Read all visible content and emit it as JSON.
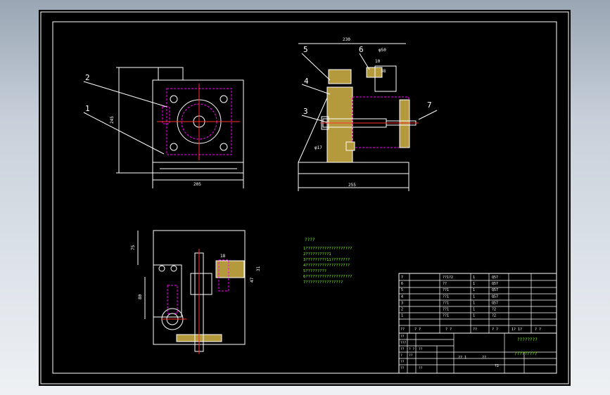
{
  "drawing": {
    "front_view": {
      "dim_width": "205",
      "dim_height": "245",
      "callouts": [
        "2",
        "1"
      ]
    },
    "side_view": {
      "dim_top": "230",
      "dim_bottom": "255",
      "dim_phi50": "φ50",
      "dim_10": "10",
      "dim_38": "38",
      "dim_phi17": "φ17",
      "callouts": [
        "5",
        "6",
        "4",
        "3",
        "7"
      ]
    },
    "top_view": {
      "dim_75": "75",
      "dim_80": "80",
      "dim_18": "18",
      "dim_31": "31",
      "dim_47": "47"
    },
    "notes": {
      "title": "????",
      "lines": [
        "1????????????????????",
        "2??????????1",
        "3?????????11????????",
        "4???????????????????",
        "5?????????",
        "6????????????????????",
        "7????????????????"
      ]
    },
    "bom": {
      "rows": [
        {
          "no": "7",
          "name": "??1?2",
          "qty": "1",
          "mat": "Q57"
        },
        {
          "no": "6",
          "name": "??",
          "qty": "1",
          "mat": "Q57"
        },
        {
          "no": "5",
          "name": "??1",
          "qty": "1",
          "mat": "Q57"
        },
        {
          "no": "4",
          "name": "??1",
          "qty": "1",
          "mat": "Q57"
        },
        {
          "no": "3",
          "name": "??1",
          "qty": "1",
          "mat": "Q57"
        },
        {
          "no": "2",
          "name": "??1",
          "qty": "1",
          "mat": "?2"
        },
        {
          "no": "1",
          "name": "??1",
          "qty": "1",
          "mat": "?2"
        }
      ],
      "header": [
        "??",
        "? ?",
        "? ?",
        "??",
        "? ?",
        "1? 1?",
        "? ?"
      ]
    },
    "title_block": {
      "name": "????????",
      "drawing_no": "?????????",
      "scale_label": "?? 1",
      "weight_label": "??",
      "sheet": "?2",
      "cells": [
        "??",
        "???",
        "??",
        "? ?",
        "??",
        "?",
        "??",
        "??",
        "??",
        "??"
      ]
    }
  }
}
